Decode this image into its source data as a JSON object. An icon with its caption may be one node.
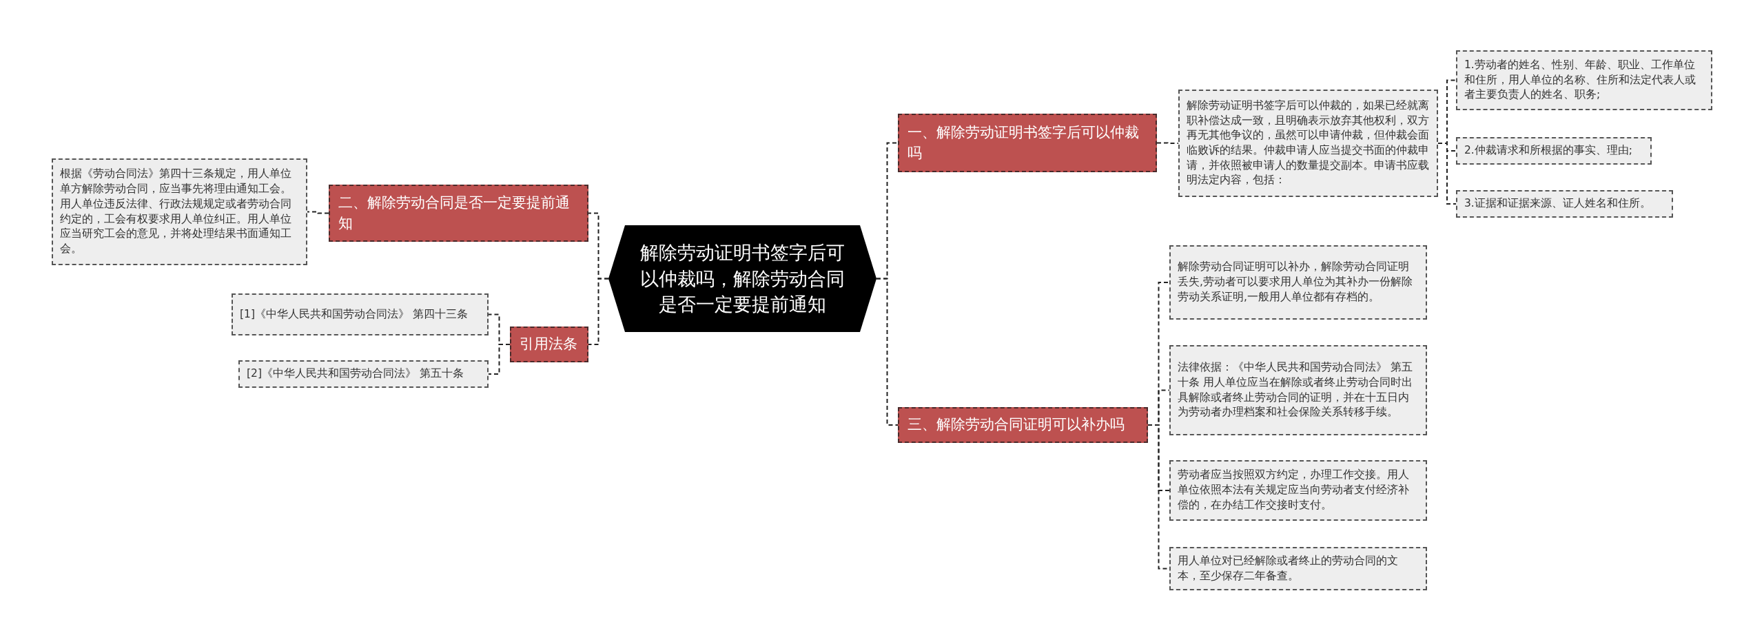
{
  "diagram": {
    "nodes": [
      {
        "text": [
          "解除劳动证明书签字后可以仲裁吗，解除劳动合同是否一定要提前通知"
        ]
      },
      {
        "text": [
          "一、解除劳动证明书签字后可以仲裁吗"
        ]
      },
      {
        "text": [
          "解除劳动证明书签字后可以仲裁的，如果已经就离职补偿达成一致，且明确表示放弃其他权利，双方再无其他争议的，虽然可以申请仲裁，但仲裁会面临败诉的结果。仲裁申请人应当提交书面的仲裁申请，并依照被申请人的数量提交副本。申请书应载明法定内容，包括："
        ]
      },
      {
        "text": [
          "1.劳动者的姓名、性别、年龄、职业、工作单位和住所，用人单位的名称、住所和法定代表人或者主要负责人的姓名、职务;"
        ]
      },
      {
        "text": [
          "2.仲裁请求和所根据的事实、理由;"
        ]
      },
      {
        "text": [
          "3.证据和证据来源、证人姓名和住所。"
        ]
      },
      {
        "text": [
          "二、解除劳动合同是否一定要提前通知"
        ]
      },
      {
        "text": [
          "根据《劳动合同法》第四十三条规定，用人单位单方解除劳动合同，应当事先将理由通知工会。用人单位违反法律、行政法规规定或者劳动合同约定的，工会有权要求用人单位纠正。用人单位应当研究工会的意见，并将处理结果书面通知工会。"
        ]
      },
      {
        "text": [
          "引用法条"
        ]
      },
      {
        "text": [
          "[1]《中华人民共和国劳动合同法》 第四十三条"
        ]
      },
      {
        "text": [
          "[2]《中华人民共和国劳动合同法》 第五十条"
        ]
      },
      {
        "text": [
          "三、解除劳动合同证明可以补办吗"
        ]
      },
      {
        "text": [
          "解除劳动合同证明可以补办，解除劳动合同证明丢失,劳动者可以要求用人单位为其补办一份解除劳动关系证明,一般用人单位都有存档的。"
        ]
      },
      {
        "text": [
          "法律依据：《中华人民共和国劳动合同法》 第五十条 用人单位应当在解除或者终止劳动合同时出具解除或者终止劳动合同的证明，并在十五日内为劳动者办理档案和社会保险关系转移手续。"
        ]
      },
      {
        "text": [
          "劳动者应当按照双方约定，办理工作交接。用人单位依照本法有关规定应当向劳动者支付经济补偿的，在办结工作交接时支付。"
        ]
      },
      {
        "text": [
          "用人单位对已经解除或者终止的劳动合同的文本，至少保存二年备查。"
        ]
      }
    ],
    "edges": [
      {
        "from": 0,
        "to": 1,
        "arrow": "none"
      },
      {
        "from": 1,
        "to": 2,
        "arrow": "none"
      },
      {
        "from": 2,
        "to": 3,
        "arrow": "none"
      },
      {
        "from": 2,
        "to": 4,
        "arrow": "none"
      },
      {
        "from": 2,
        "to": 5,
        "arrow": "none"
      },
      {
        "from": 0,
        "to": 6,
        "arrow": "none"
      },
      {
        "from": 6,
        "to": 7,
        "arrow": "none"
      },
      {
        "from": 0,
        "to": 8,
        "arrow": "none"
      },
      {
        "from": 8,
        "to": 9,
        "arrow": "none"
      },
      {
        "from": 8,
        "to": 10,
        "arrow": "none"
      },
      {
        "from": 0,
        "to": 11,
        "arrow": "none"
      },
      {
        "from": 11,
        "to": 12,
        "arrow": "none"
      },
      {
        "from": 11,
        "to": 13,
        "arrow": "none"
      },
      {
        "from": 11,
        "to": 14,
        "arrow": "none"
      },
      {
        "from": 11,
        "to": 15,
        "arrow": "none"
      }
    ]
  }
}
